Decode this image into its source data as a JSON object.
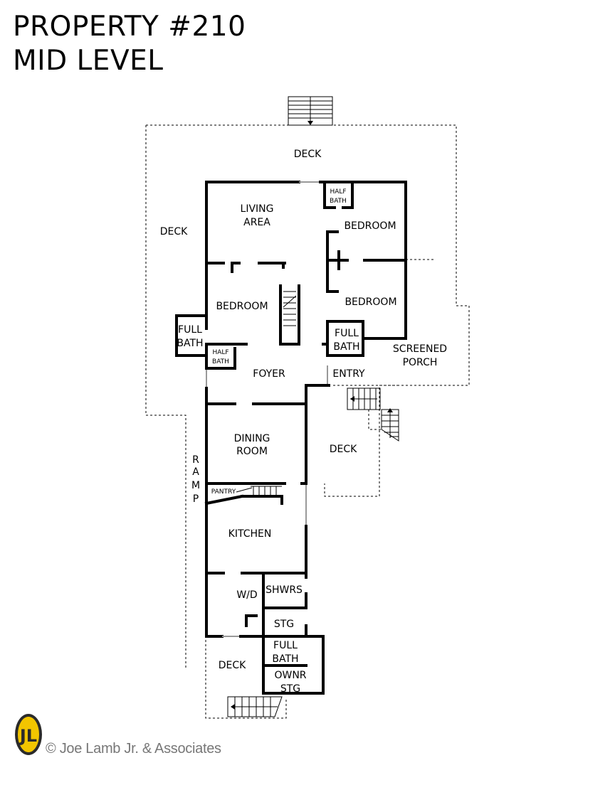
{
  "title": {
    "line1": "PROPERTY #210",
    "line2": "MID LEVEL"
  },
  "rooms": {
    "deck_top": "DECK",
    "deck_left": "DECK",
    "living_1": "LIVING",
    "living_2": "AREA",
    "half_bath_top_1": "HALF",
    "half_bath_top_2": "BATH",
    "bedroom_ne": "BEDROOM",
    "bedroom_e": "BEDROOM",
    "bedroom_w": "BEDROOM",
    "full_bath_w_1": "FULL",
    "full_bath_w_2": "BATH",
    "half_bath_w_1": "HALF",
    "half_bath_w_2": "BATH",
    "full_bath_e_1": "FULL",
    "full_bath_e_2": "BATH",
    "foyer": "FOYER",
    "entry": "ENTRY",
    "screened_1": "SCREENED",
    "screened_2": "PORCH",
    "dining_1": "DINING",
    "dining_2": "ROOM",
    "deck_right": "DECK",
    "ramp": [
      "R",
      "A",
      "M",
      "P"
    ],
    "pantry": "PANTRY",
    "kitchen": "KITCHEN",
    "wd": "W/D",
    "shwrs": "SHWRS",
    "stg": "STG",
    "full_bath_s_1": "FULL",
    "full_bath_s_2": "BATH",
    "deck_bottom": "DECK",
    "ownr_stg_1": "OWNR",
    "ownr_stg_2": "STG"
  },
  "logo": {
    "text": "JL",
    "color_outer": "#2b2b2b",
    "color_inner": "#f2c500"
  },
  "copyright": "© Joe Lamb Jr. & Associates"
}
